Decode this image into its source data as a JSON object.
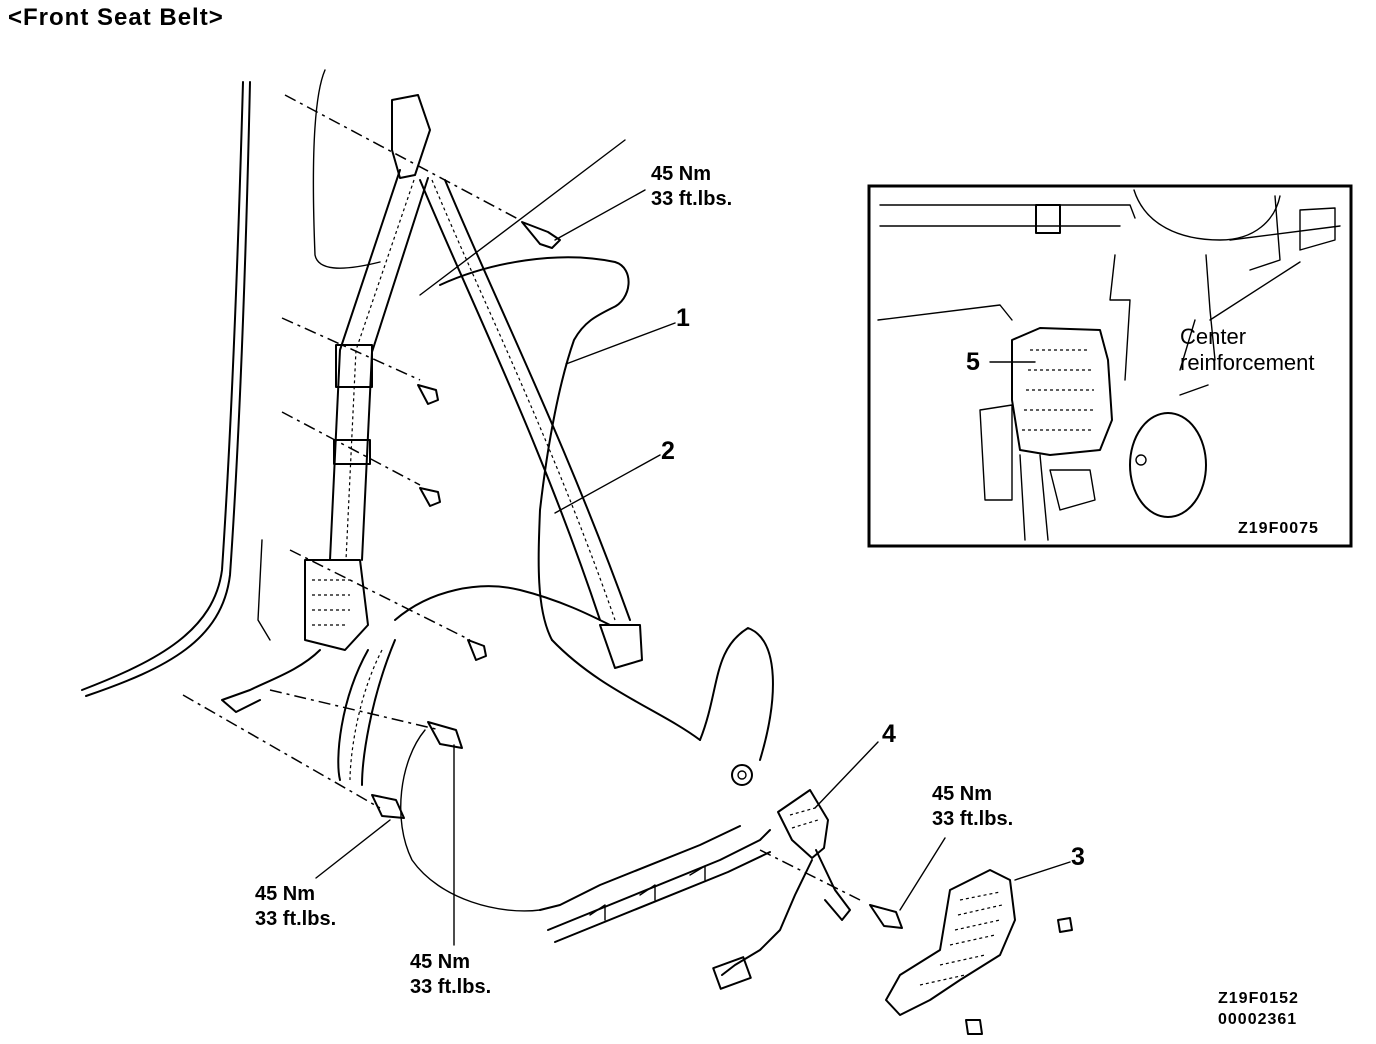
{
  "title": "<Front Seat Belt>",
  "torque_labels": [
    {
      "nm": "45 Nm",
      "ftlbs": "33 ft.lbs."
    },
    {
      "nm": "45 Nm",
      "ftlbs": "33 ft.lbs."
    },
    {
      "nm": "45 Nm",
      "ftlbs": "33 ft.lbs."
    },
    {
      "nm": "45 Nm",
      "ftlbs": "33 ft.lbs."
    }
  ],
  "callouts": [
    "1",
    "2",
    "3",
    "4",
    "5"
  ],
  "inset": {
    "label_line1": "Center",
    "label_line2": "reinforcement",
    "code": "Z19F0075"
  },
  "figure_codes": [
    "Z19F0152",
    "00002361"
  ]
}
